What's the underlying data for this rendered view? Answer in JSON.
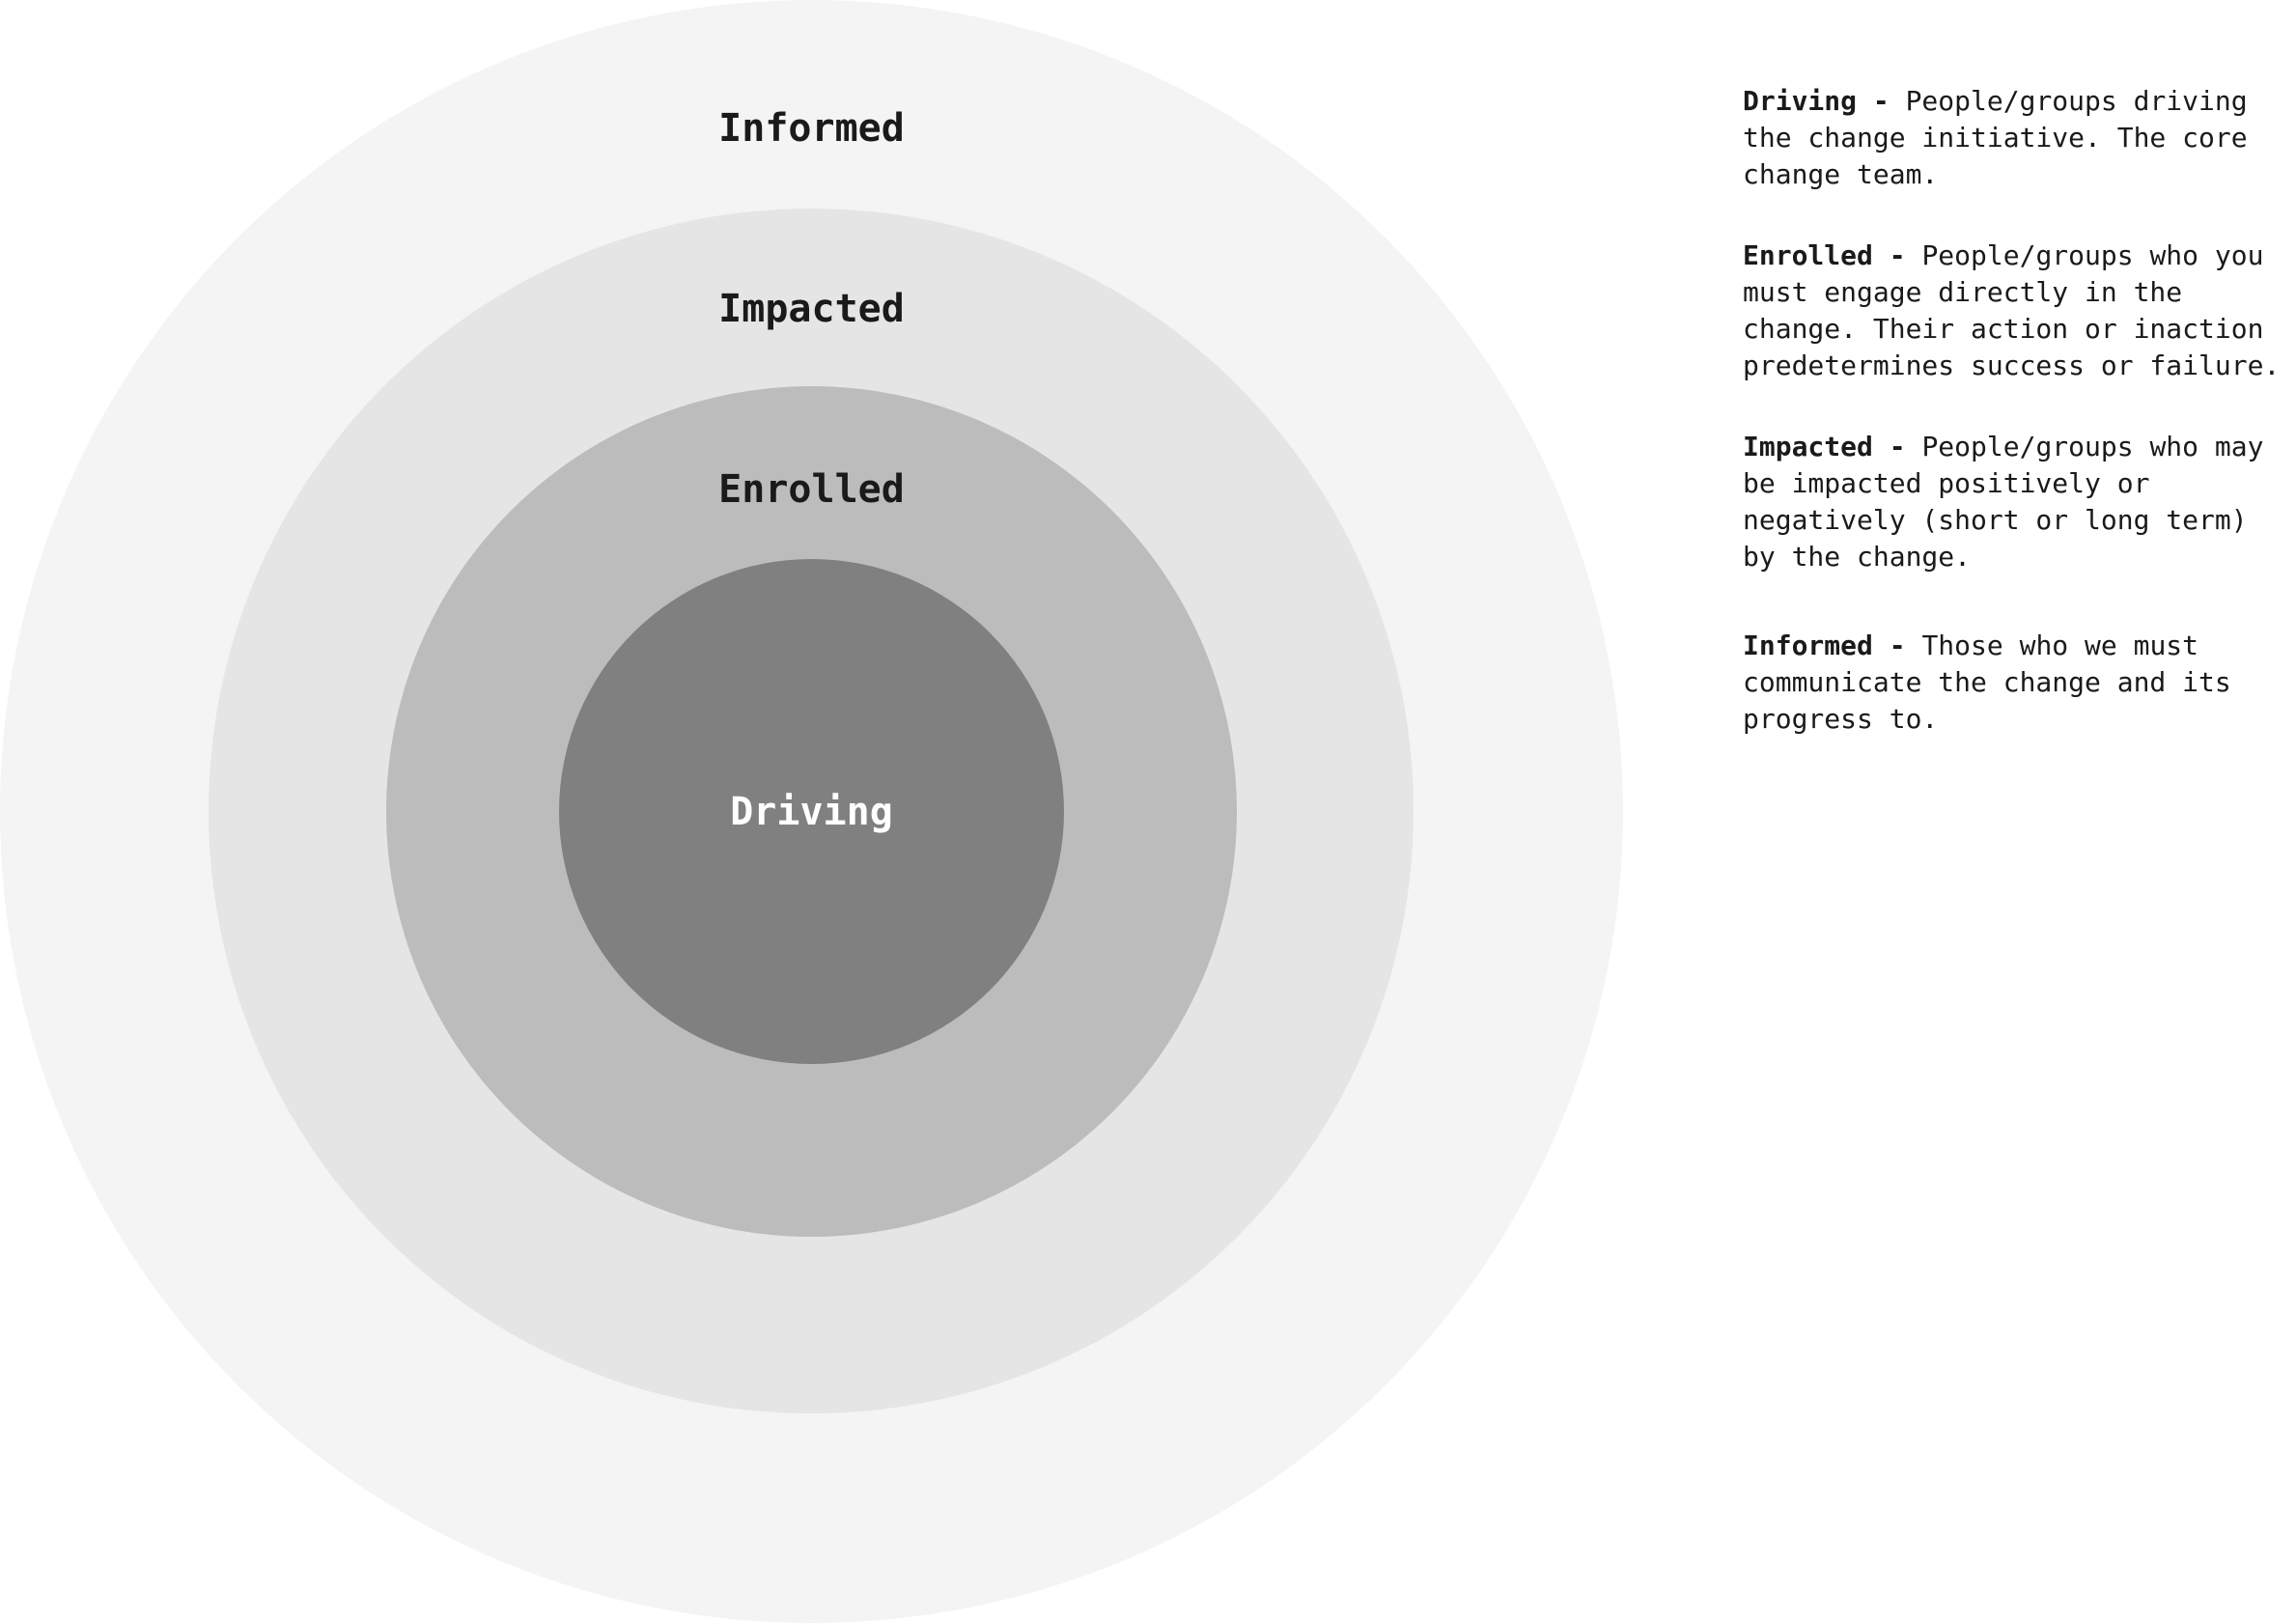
{
  "rings": [
    {
      "id": "informed",
      "label": "Informed",
      "color": "#f4f4f4"
    },
    {
      "id": "impacted",
      "label": "Impacted",
      "color": "#e5e5e5"
    },
    {
      "id": "enrolled",
      "label": "Enrolled",
      "color": "#bcbcbc"
    },
    {
      "id": "driving",
      "label": "Driving",
      "color": "#808080"
    }
  ],
  "legend": [
    {
      "term": "Driving -",
      "description": "People/groups driving the change initiative. The core change team."
    },
    {
      "term": "Enrolled -",
      "description": "People/groups who you must engage directly in the change. Their action or inaction predetermines success or failure."
    },
    {
      "term": "Impacted -",
      "description": "People/groups who may be impacted positively or negatively (short or long term) by the change."
    },
    {
      "term": "Informed -",
      "description": "Those who we must communicate the change and its progress to."
    }
  ]
}
